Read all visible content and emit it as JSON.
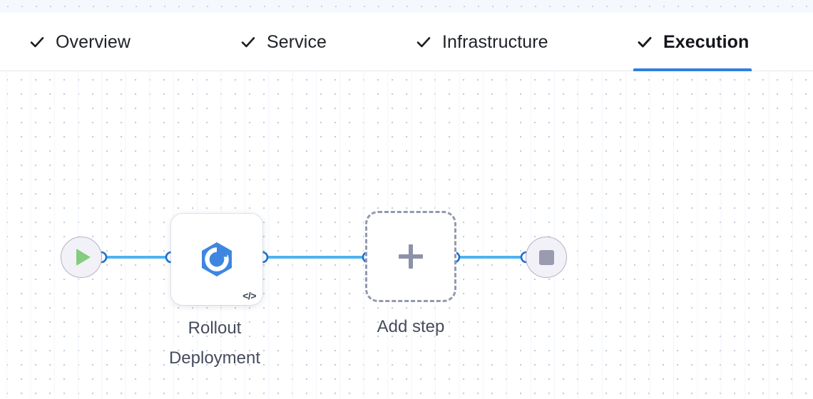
{
  "topbar": {
    "tabs": [
      {
        "label": "Overview",
        "icon": "check-icon",
        "complete": true,
        "active": false
      },
      {
        "label": "Service",
        "icon": "check-icon",
        "complete": true,
        "active": false
      },
      {
        "label": "Infrastructure",
        "icon": "check-icon",
        "complete": true,
        "active": false
      },
      {
        "label": "Execution",
        "icon": "check-icon",
        "complete": true,
        "active": true
      }
    ]
  },
  "canvas": {
    "nodes": {
      "start": {
        "name": "start-node",
        "icon": "play-icon"
      },
      "step": {
        "name": "rollout-deployment-step",
        "icon": "rollout-hexagon-icon",
        "badge": "</>",
        "caption": "Rollout\nDeployment"
      },
      "add": {
        "name": "add-step-node",
        "icon": "plus-icon",
        "caption": "Add step"
      },
      "end": {
        "name": "end-node",
        "icon": "stop-icon"
      }
    },
    "edges": [
      {
        "from": "start",
        "to": "step"
      },
      {
        "from": "step",
        "to": "add"
      },
      {
        "from": "add",
        "to": "end"
      }
    ]
  },
  "colors": {
    "accent": "#2f7fe0",
    "edge": "#4fb3ef",
    "port_ring": "#1f6fd0",
    "step_icon": "#3f86e0",
    "play": "#84cc7f",
    "stop": "#9a9ab0",
    "terminal_fill": "#f2f1f7",
    "terminal_border": "#b4b1c6",
    "dashed_border": "#9498ae",
    "caption_text": "#464c5e"
  }
}
